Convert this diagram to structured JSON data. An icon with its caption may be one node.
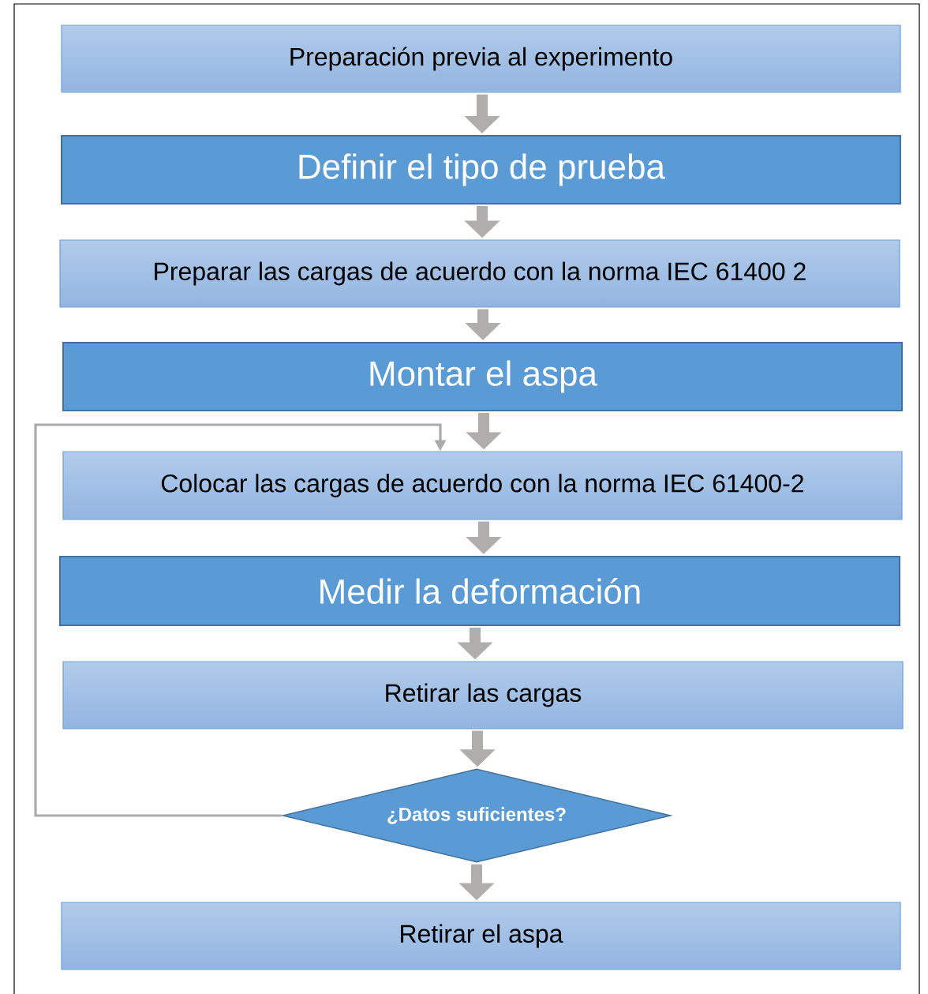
{
  "diagram": {
    "nodes": [
      {
        "text": [
          "Preparación previa al experimento"
        ]
      },
      {
        "text": [
          "Definir el tipo de prueba"
        ]
      },
      {
        "text": [
          "Preparar las cargas de acuerdo con la norma IEC 61400 2"
        ]
      },
      {
        "text": [
          "Montar el aspa"
        ]
      },
      {
        "text": [
          "Colocar las cargas de acuerdo con la norma IEC 61400-2"
        ]
      },
      {
        "text": [
          "Medir la deformación"
        ]
      },
      {
        "text": [
          "Retirar las cargas"
        ]
      },
      {
        "text": [
          "¿Datos suficientes?"
        ]
      },
      {
        "text": [
          "Retirar el aspa"
        ]
      }
    ],
    "edges": [
      {
        "from": 0,
        "to": 1,
        "arrow": "to"
      },
      {
        "from": 1,
        "to": 2,
        "arrow": "to"
      },
      {
        "from": 2,
        "to": 3,
        "arrow": "to"
      },
      {
        "from": 3,
        "to": 4,
        "arrow": "to"
      },
      {
        "from": 4,
        "to": 5,
        "arrow": "to"
      },
      {
        "from": 5,
        "to": 6,
        "arrow": "to"
      },
      {
        "from": 6,
        "to": 7,
        "arrow": "to"
      },
      {
        "from": 7,
        "to": 8,
        "arrow": "to"
      },
      {
        "from": 7,
        "to": 4,
        "arrow": "to"
      }
    ]
  }
}
